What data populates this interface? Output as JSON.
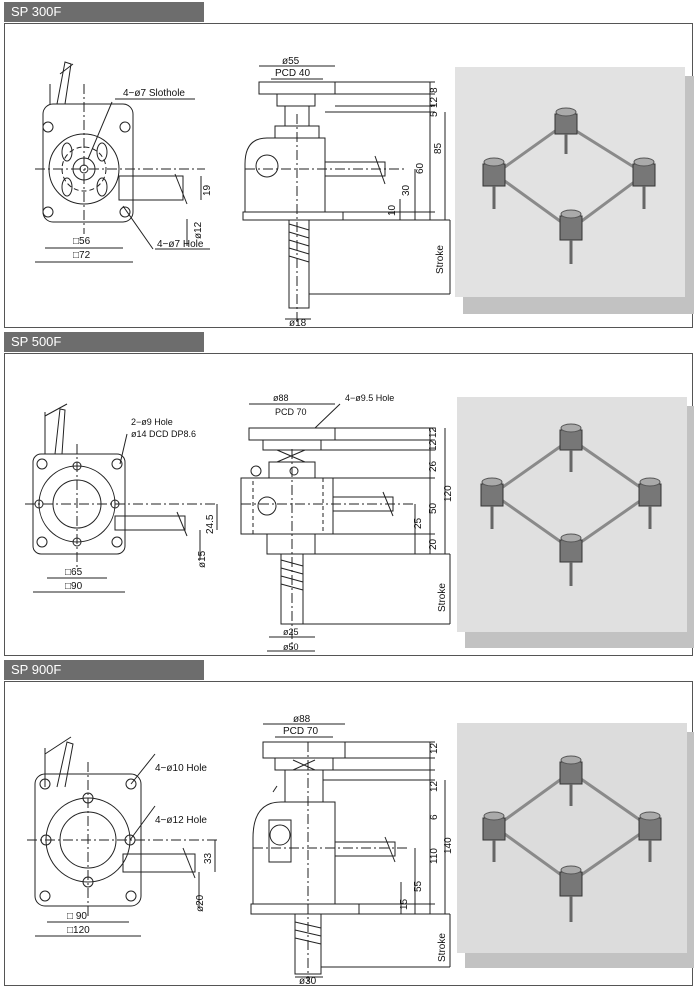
{
  "sections": [
    {
      "model": "SP 300F",
      "top_view": {
        "hole_top": "4−ø7  Slothole",
        "hole_bottom": "4−ø7  Hole",
        "dim_inner": "□56",
        "dim_outer": "□72",
        "shaft_dia": "ø12",
        "shaft_offset": "19"
      },
      "side_view": {
        "flange_dia": "ø55",
        "pcd": "PCD  40",
        "screw_dia": "ø18",
        "heights": [
          "8",
          "12",
          "5",
          "60",
          "85",
          "30",
          "10"
        ],
        "stroke": "Stroke"
      }
    },
    {
      "model": "SP 500F",
      "top_view": {
        "hole_a": "2−ø9  Hole",
        "hole_b": "ø14  DCD  DP8.6",
        "dim_inner": "□65",
        "dim_outer": "□90",
        "shaft_dia": "ø15",
        "shaft_offset": "24.5"
      },
      "side_view": {
        "flange_dia": "ø88",
        "pcd": "PCD  70",
        "hole": "4−ø9.5  Hole",
        "screw_dia": "ø25",
        "body_dia": "ø50",
        "heights": [
          "12",
          "12",
          "26",
          "120",
          "50",
          "25",
          "20"
        ],
        "stroke": "Stroke"
      }
    },
    {
      "model": "SP 900F",
      "top_view": {
        "hole_a": "4−ø10  Hole",
        "hole_b": "4−ø12  Hole",
        "dim_inner": "□ 90",
        "dim_outer": "□120",
        "shaft_dia": "ø20",
        "shaft_offset": "33"
      },
      "side_view": {
        "flange_dia": "ø88",
        "pcd": "PCD  70",
        "screw_dia": "ø30",
        "heights": [
          "12",
          "12",
          "6",
          "140",
          "110",
          "55",
          "15"
        ],
        "stroke": "Stroke"
      }
    }
  ]
}
